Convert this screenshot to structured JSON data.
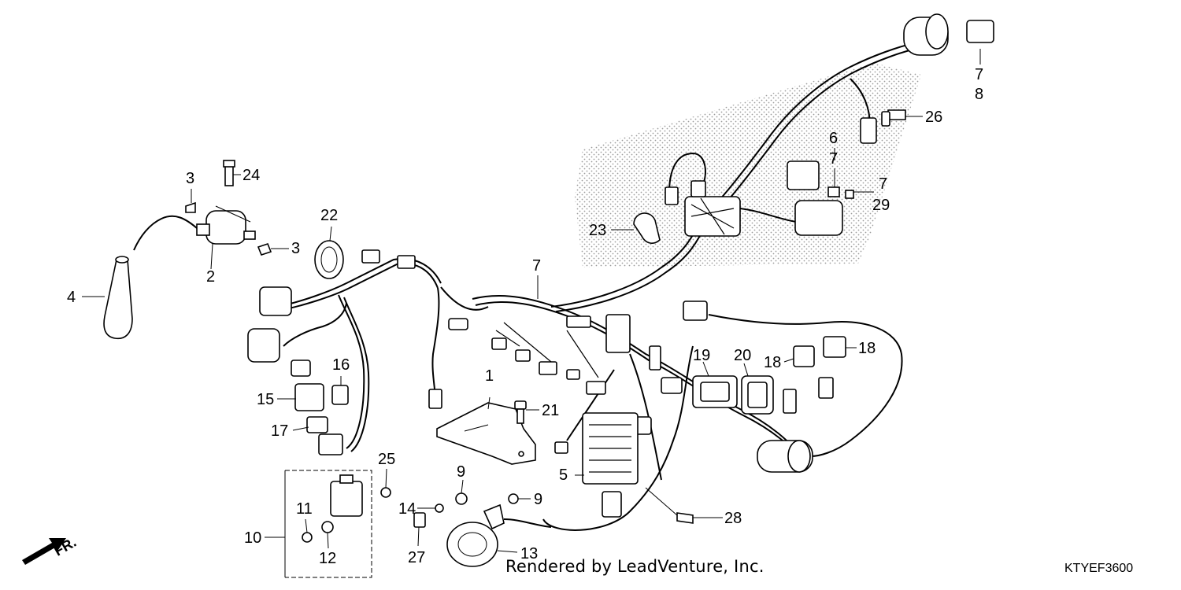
{
  "callouts": {
    "n1": "1",
    "n2": "2",
    "n3a": "3",
    "n3b": "3",
    "n4": "4",
    "n5": "5",
    "n6": "6",
    "n7a": "7",
    "n7b": "7",
    "n7c": "7",
    "n7d": "7",
    "n8": "8",
    "n9a": "9",
    "n9b": "9",
    "n10": "10",
    "n11": "11",
    "n12": "12",
    "n13": "13",
    "n14": "14",
    "n15": "15",
    "n16": "16",
    "n17": "17",
    "n18a": "18",
    "n18b": "18",
    "n19": "19",
    "n20": "20",
    "n21": "21",
    "n22": "22",
    "n23": "23",
    "n24": "24",
    "n25": "25",
    "n26": "26",
    "n27": "27",
    "n28": "28",
    "n29": "29"
  },
  "direction": {
    "label": "FR."
  },
  "footer": {
    "credit": "Rendered by LeadVenture, Inc.",
    "code": "KTYEF3600"
  }
}
